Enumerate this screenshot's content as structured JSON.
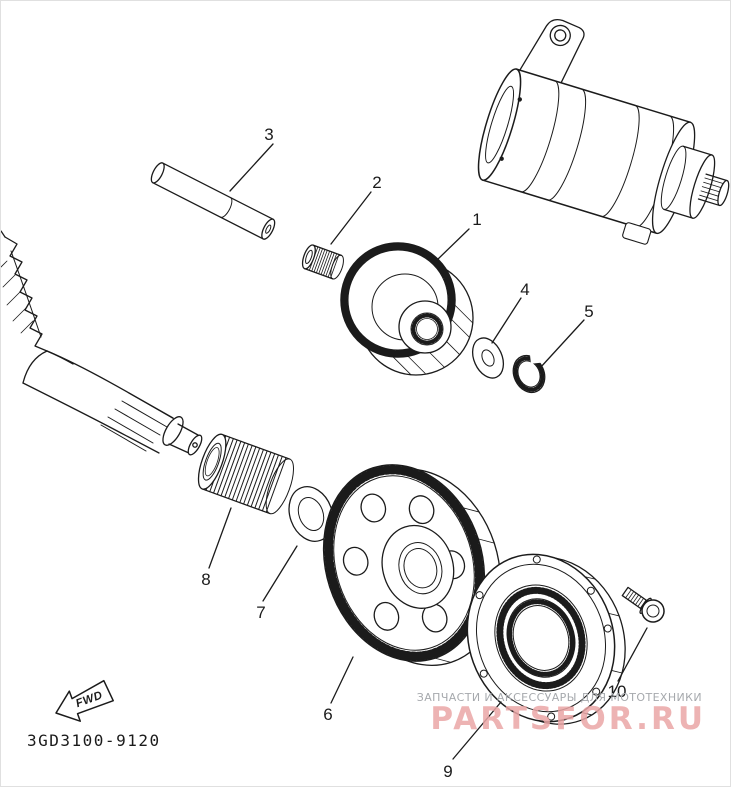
{
  "colors": {
    "paper": "#ffffff",
    "ink": "#1b1b1b",
    "wm-grey": "#a6a9ad",
    "wm-pink": "#eaa6a6"
  },
  "diagram": {
    "part_code": "3GD3100-9120",
    "fwd_label": "FWD",
    "callouts": [
      {
        "num": "1"
      },
      {
        "num": "2"
      },
      {
        "num": "3"
      },
      {
        "num": "4"
      },
      {
        "num": "5"
      },
      {
        "num": "6"
      },
      {
        "num": "7"
      },
      {
        "num": "8"
      },
      {
        "num": "9"
      },
      {
        "num": "10"
      }
    ]
  },
  "watermark": {
    "tagline": "ЗАПЧАСТИ И АКСЕССУАРЫ ДЛЯ МОТОТЕХНИКИ",
    "brand": "PARTSFOR.RU"
  }
}
